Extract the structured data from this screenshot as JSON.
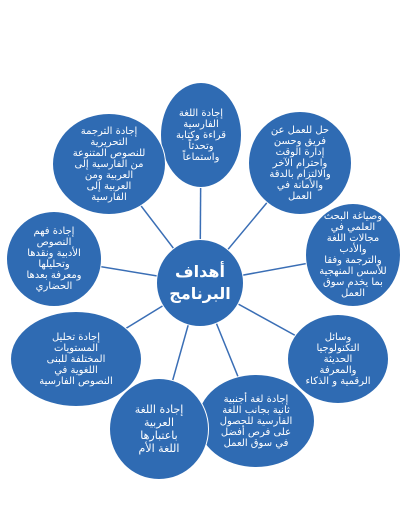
{
  "colors": {
    "node_fill": "#2f6bb3",
    "connector": "#3a6eb5",
    "text": "#ffffff"
  },
  "center": {
    "label": "أهداف\nالبرنامج"
  },
  "goals": [
    {
      "id": "top",
      "text": "إجادة اللغة\nالفارسية\nقراءة وكتابة\nوتحدثاً\nواستماعاً"
    },
    {
      "id": "top-right",
      "text": "حل للعمل عن\nفريق وحسن\nإدارة الوقت\nواحترام الآخر\nوالالتزام بالدقة\nوالأمانة في\nالعمل"
    },
    {
      "id": "right-upper",
      "text": "وصياغة البحث\nالعلمي في\nمجالات اللغة\nوالأدب\nوالترجمة وفقا\nللأسس المنهجية\nبما يخدم سوق\nالعمل"
    },
    {
      "id": "right-lower",
      "text": "وسائل\nالتكنولوجيا\nالحديثة\nوالمعرفة\nالرقمية و الذكاء"
    },
    {
      "id": "bottom-right",
      "text": "إجادة لغة أجنبية\nثانية بجانب اللغة\nالفارسية للحصول\nعلى فرص أفضل\nفي سوق العمل"
    },
    {
      "id": "bottom-left",
      "text": "إجادة اللغة\nالعربية\nباعتبارها\nاللغة الأم"
    },
    {
      "id": "left-lower",
      "text": "إجادة تحليل\nالمستويات\nالمختلفة للبنى\nاللغوية في\nالنصوص الفارسية"
    },
    {
      "id": "left-upper",
      "text": "إجادة فهم\nالنصوص\nالأدبية ونقدها\nوتحليلها\nومعرفة بعدها\nالحضاري"
    },
    {
      "id": "top-left",
      "text": "إجادة الترجمة\nالتحريرية\nللنصوص المتنوعة\nمن الفارسية إلى\nالعربية ومن\nالعربية إلى\nالفارسية"
    }
  ]
}
